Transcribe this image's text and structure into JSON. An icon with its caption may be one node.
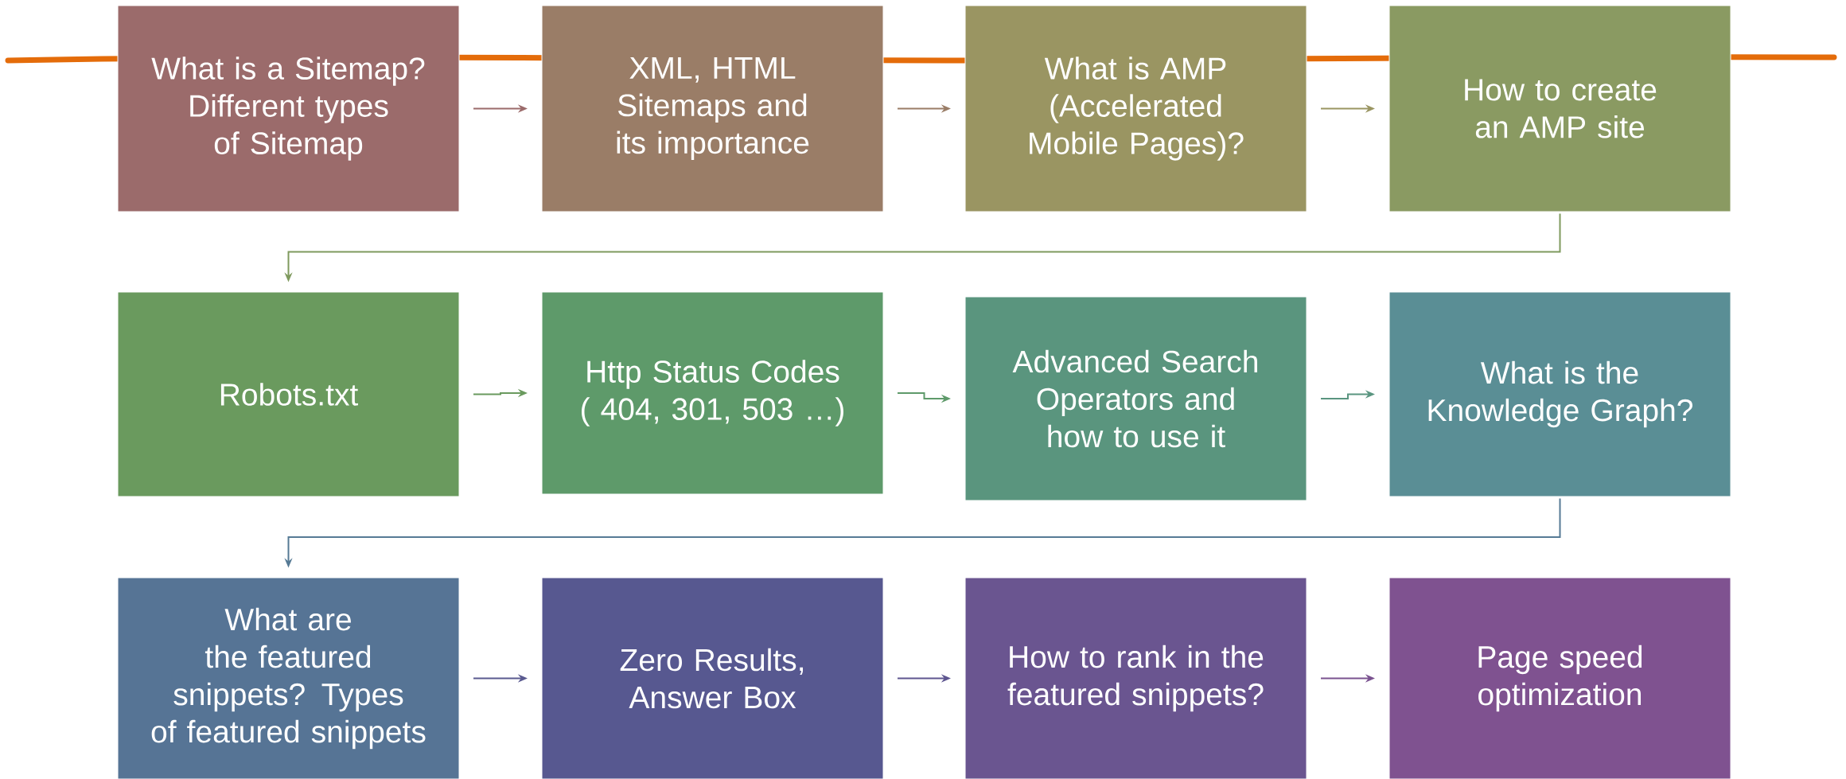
{
  "diagram": {
    "nodes": [
      {
        "text": [
          "What is a Sitemap? Different types of Sitemap"
        ]
      },
      {
        "text": [
          "XML, HTML Sitemaps and its importance"
        ]
      },
      {
        "text": [
          "What is AMP (Accelerated Mobile Pages)?"
        ]
      },
      {
        "text": [
          "How to create an AMP site"
        ]
      },
      {
        "text": [
          "Robots.txt"
        ]
      },
      {
        "text": [
          "Http Status Codes ( 404, 301, 503 …)"
        ]
      },
      {
        "text": [
          "Advanced Search Operators and how to use it"
        ]
      },
      {
        "text": [
          "What is the Knowledge Graph?"
        ]
      },
      {
        "text": [
          "What are the featured snippets? Types of featured snippets"
        ]
      },
      {
        "text": [
          "Zero Results, Answer Box"
        ]
      },
      {
        "text": [
          "How to rank in the featured snippets?"
        ]
      },
      {
        "text": [
          "Page speed optimization"
        ]
      }
    ],
    "edges": [
      {
        "from": 0,
        "to": 1,
        "arrow": "to",
        "color": "#9b6b6b"
      },
      {
        "from": 1,
        "to": 2,
        "arrow": "to",
        "color": "#9a7d67"
      },
      {
        "from": 2,
        "to": 3,
        "arrow": "to",
        "color": "#9a9562"
      },
      {
        "from": 3,
        "to": 4,
        "arrow": "to",
        "color": "#7f9a5e"
      },
      {
        "from": 4,
        "to": 5,
        "arrow": "to",
        "color": "#6a9a5e"
      },
      {
        "from": 5,
        "to": 6,
        "arrow": "to",
        "color": "#5e9a6a"
      },
      {
        "from": 6,
        "to": 7,
        "arrow": "to",
        "color": "#5a9580"
      },
      {
        "from": 7,
        "to": 8,
        "arrow": "to",
        "color": "#567a95"
      },
      {
        "from": 8,
        "to": 9,
        "arrow": "to",
        "color": "#5a5a90"
      },
      {
        "from": 9,
        "to": 10,
        "arrow": "to",
        "color": "#5e5690"
      },
      {
        "from": 10,
        "to": 11,
        "arrow": "to",
        "color": "#7a5290"
      }
    ]
  }
}
